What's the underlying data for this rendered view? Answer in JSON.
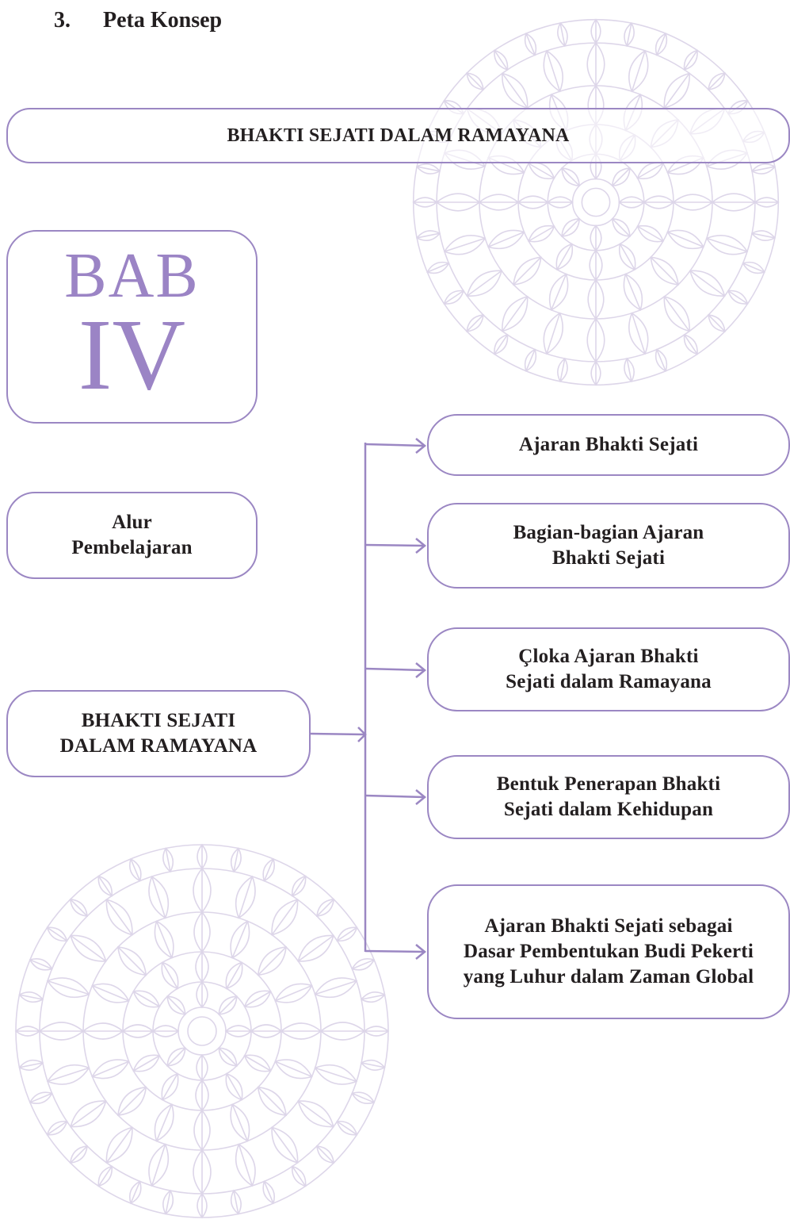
{
  "heading": {
    "number": "3.",
    "title": "Peta Konsep"
  },
  "main_title": "BHAKTI SEJATI DALAM RAMAYANA",
  "chapter": {
    "word": "BAB",
    "number": "IV"
  },
  "flow_label": "Alur\nPembelajaran",
  "topic": "BHAKTI SEJATI\nDALAM RAMAYANA",
  "subtopics": [
    "Ajaran Bhakti Sejati",
    "Bagian-bagian Ajaran\nBhakti Sejati",
    "Çloka Ajaran Bhakti\nSejati dalam Ramayana",
    "Bentuk Penerapan Bhakti\nSejati dalam Kehidupan",
    "Ajaran Bhakti Sejati sebagai\nDasar Pembentukan Budi Pekerti\nyang Luhur dalam Zaman Global"
  ],
  "colors": {
    "accent": "#9b87c3",
    "chapter_text": "#9b84c5",
    "text": "#231f20",
    "mandala": "#ddd6e9"
  }
}
